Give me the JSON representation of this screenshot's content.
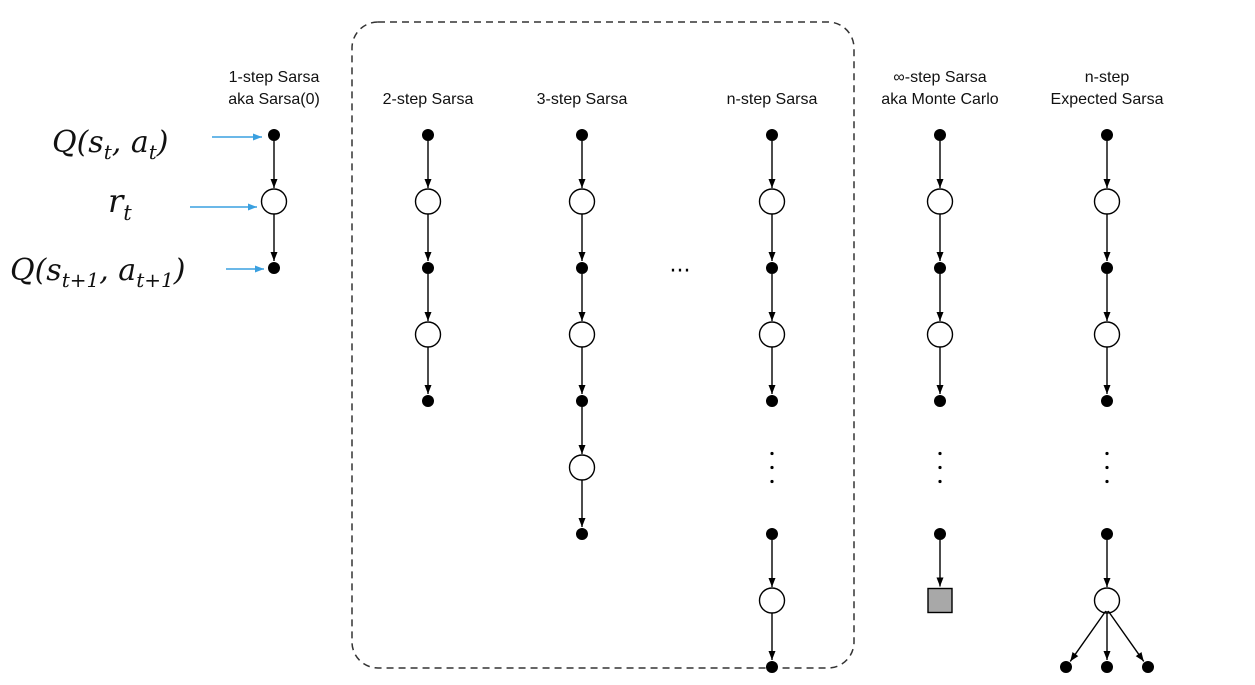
{
  "columns": [
    {
      "id": "sarsa-1",
      "title_lines": [
        "1-step Sarsa",
        "aka Sarsa(0)"
      ],
      "nodes": [
        "a",
        "s",
        "a"
      ]
    },
    {
      "id": "sarsa-2",
      "title_lines": [
        "2-step Sarsa"
      ],
      "nodes": [
        "a",
        "s",
        "a",
        "s",
        "a"
      ]
    },
    {
      "id": "sarsa-3",
      "title_lines": [
        "3-step Sarsa"
      ],
      "nodes": [
        "a",
        "s",
        "a",
        "s",
        "a",
        "s",
        "a"
      ]
    },
    {
      "id": "sarsa-n",
      "title_lines": [
        "n-step Sarsa"
      ],
      "nodes": [
        "a",
        "s",
        "a",
        "s",
        "a",
        "vdots",
        "a",
        "s",
        "a"
      ]
    },
    {
      "id": "sarsa-inf",
      "title_lines": [
        "∞-step Sarsa",
        "aka Monte Carlo"
      ],
      "nodes": [
        "a",
        "s",
        "a",
        "s",
        "a",
        "vdots",
        "a",
        "terminal"
      ]
    },
    {
      "id": "expected-sarsa-n",
      "title_lines": [
        "n-step",
        "Expected Sarsa"
      ],
      "nodes": [
        "a",
        "s",
        "a",
        "s",
        "a",
        "vdots",
        "a",
        "s",
        "branch3"
      ]
    }
  ],
  "annotations": {
    "q_current": {
      "base": "Q(s",
      "sub1": "t",
      "mid": ", a",
      "sub2": "t",
      "end": ")"
    },
    "reward": {
      "base": "r",
      "sub": "t"
    },
    "q_next": {
      "base": "Q(s",
      "sub1": "t+1",
      "mid": ", a",
      "sub2": "t+1",
      "end": ")"
    }
  },
  "ellipsis": "···",
  "colors": {
    "callout_arrow": "#3aa0e0",
    "terminal_fill": "#a8a8a8",
    "group_border": "#333333"
  }
}
